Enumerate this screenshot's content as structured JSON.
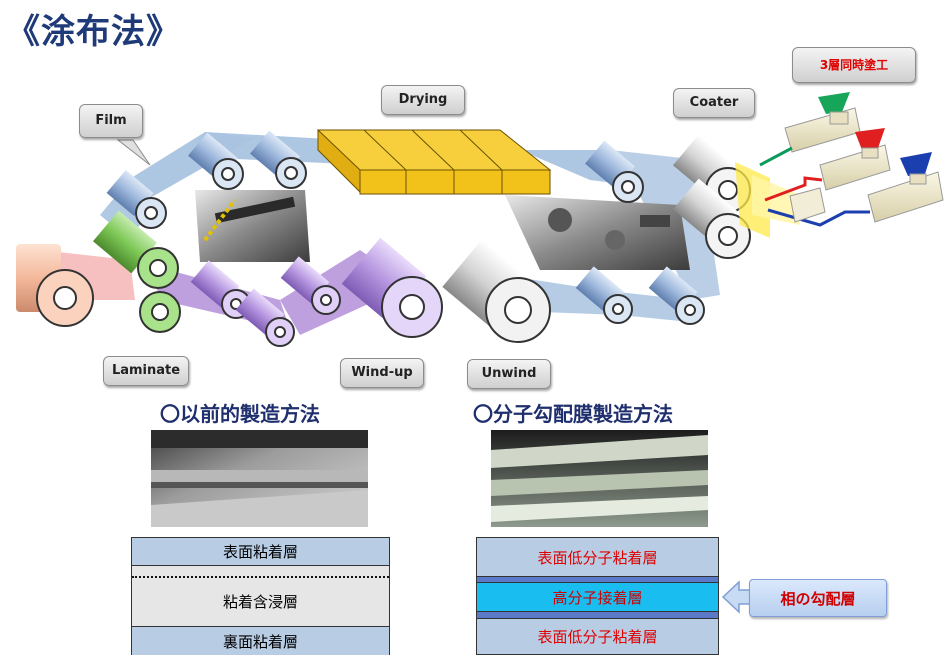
{
  "title": "《涂布法》",
  "labels": {
    "film": "Film",
    "drying": "Drying",
    "coater": "Coater",
    "laminate": "Laminate",
    "windup": "Wind-up",
    "unwind": "Unwind",
    "three_layer": "3層同時塗工"
  },
  "sections": {
    "previous": "〇以前的製造方法",
    "gradient": "〇分子勾配膜製造方法"
  },
  "previous_layers": [
    "表面粘着層",
    "粘着含浸層",
    "裏面粘着層"
  ],
  "gradient_layers": [
    "表面低分子粘着層",
    "高分子接着層",
    "表面低分子粘着層"
  ],
  "callout": "相の勾配層",
  "colors": {
    "title": "#1f3a78",
    "layer_blue": "#b8cce4",
    "layer_gray": "#e6e6e6",
    "layer_cyan": "#19bdf0",
    "text_red": "#e00000",
    "drying_yellow": "#f2c21b",
    "web_blue": "#a9c3e0",
    "web_purple": "#b48fd8"
  }
}
